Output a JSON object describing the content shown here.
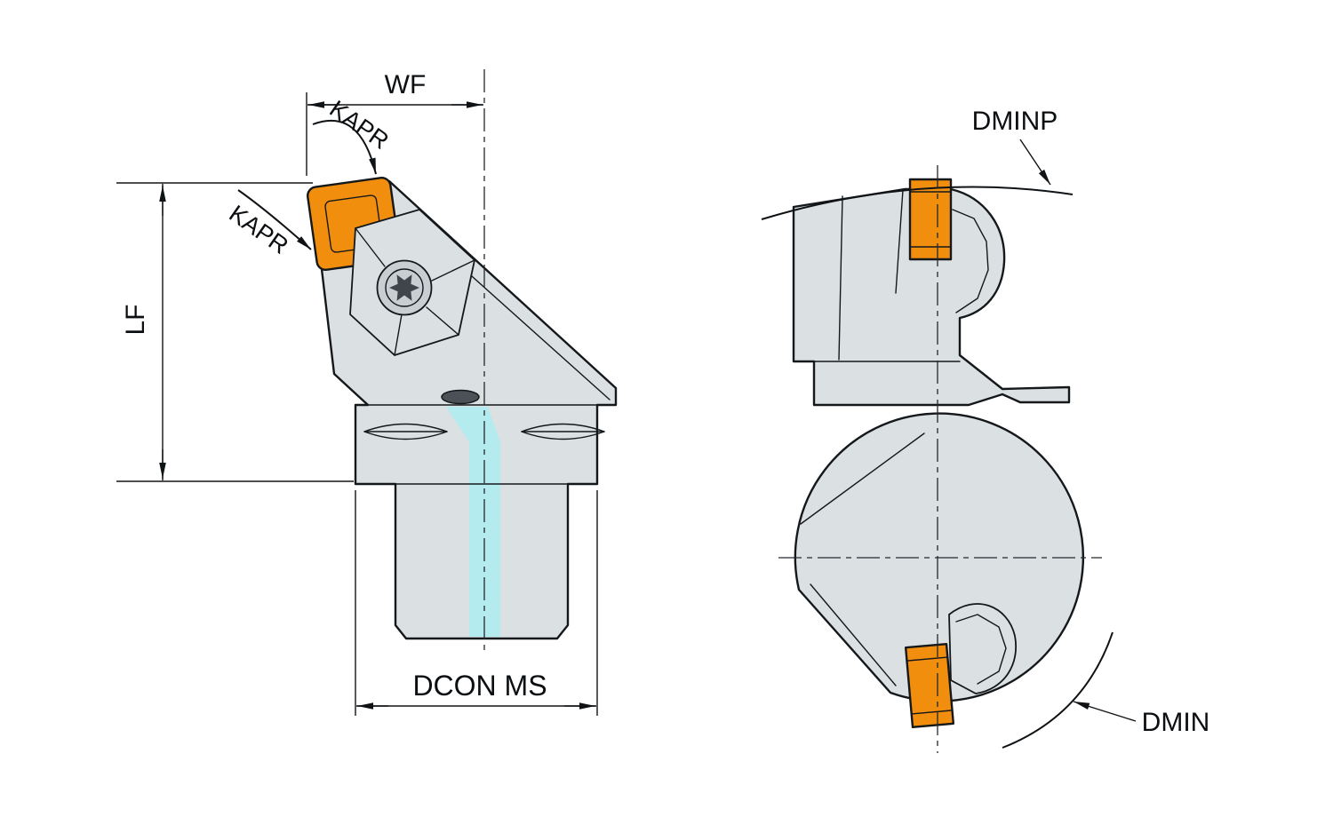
{
  "labels": {
    "wf": "WF",
    "kapr_upper": "KAPR",
    "kapr_lower": "KAPR",
    "lf": "LF",
    "dcon_ms": "DCON MS",
    "dminp": "DMINP",
    "dmin": "DMIN"
  },
  "colors": {
    "insert_orange": "#F28E0E",
    "coolant_cyan": "#B3EBEE",
    "body_gray": "#DBE0E3",
    "body_gray_light": "#E9EDEF",
    "screw_gray": "#C9CED2",
    "screw_gray_dark": "#B6BCC0",
    "detail_dark": "#4B5157",
    "line_dark": "#15181B"
  }
}
